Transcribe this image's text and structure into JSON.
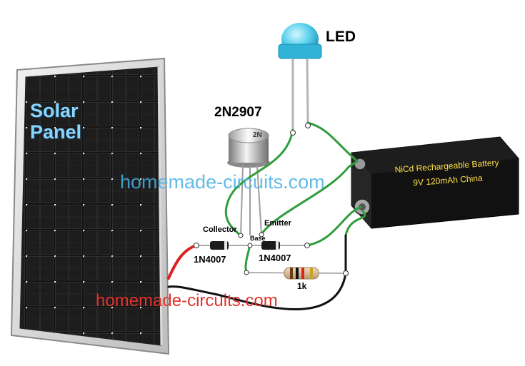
{
  "labels": {
    "led": "LED",
    "transistor": "2N2907",
    "solar_line1": "Solar",
    "solar_line2": "Panel",
    "collector": "Collector",
    "emitter": "Emitter",
    "base": "Base",
    "diode_left": "1N4007",
    "diode_right": "1N4007",
    "resistor": "1k",
    "battery_line1": "NiCd Rechargeable Battery",
    "battery_line2": "9V 120mAh China",
    "transistor_marking": "2N"
  },
  "watermarks": {
    "top": "homemade-circuits.com",
    "bottom": "homemade-circuits.com"
  },
  "colors": {
    "wire_green": "#2e9e3a",
    "wire_red": "#e01f1f",
    "wire_black": "#111111",
    "led_blue": "#3bbfe0",
    "watermark_blue": "#4ab0e6",
    "watermark_red": "#e3322b",
    "battery_text": "#ffe04a"
  }
}
